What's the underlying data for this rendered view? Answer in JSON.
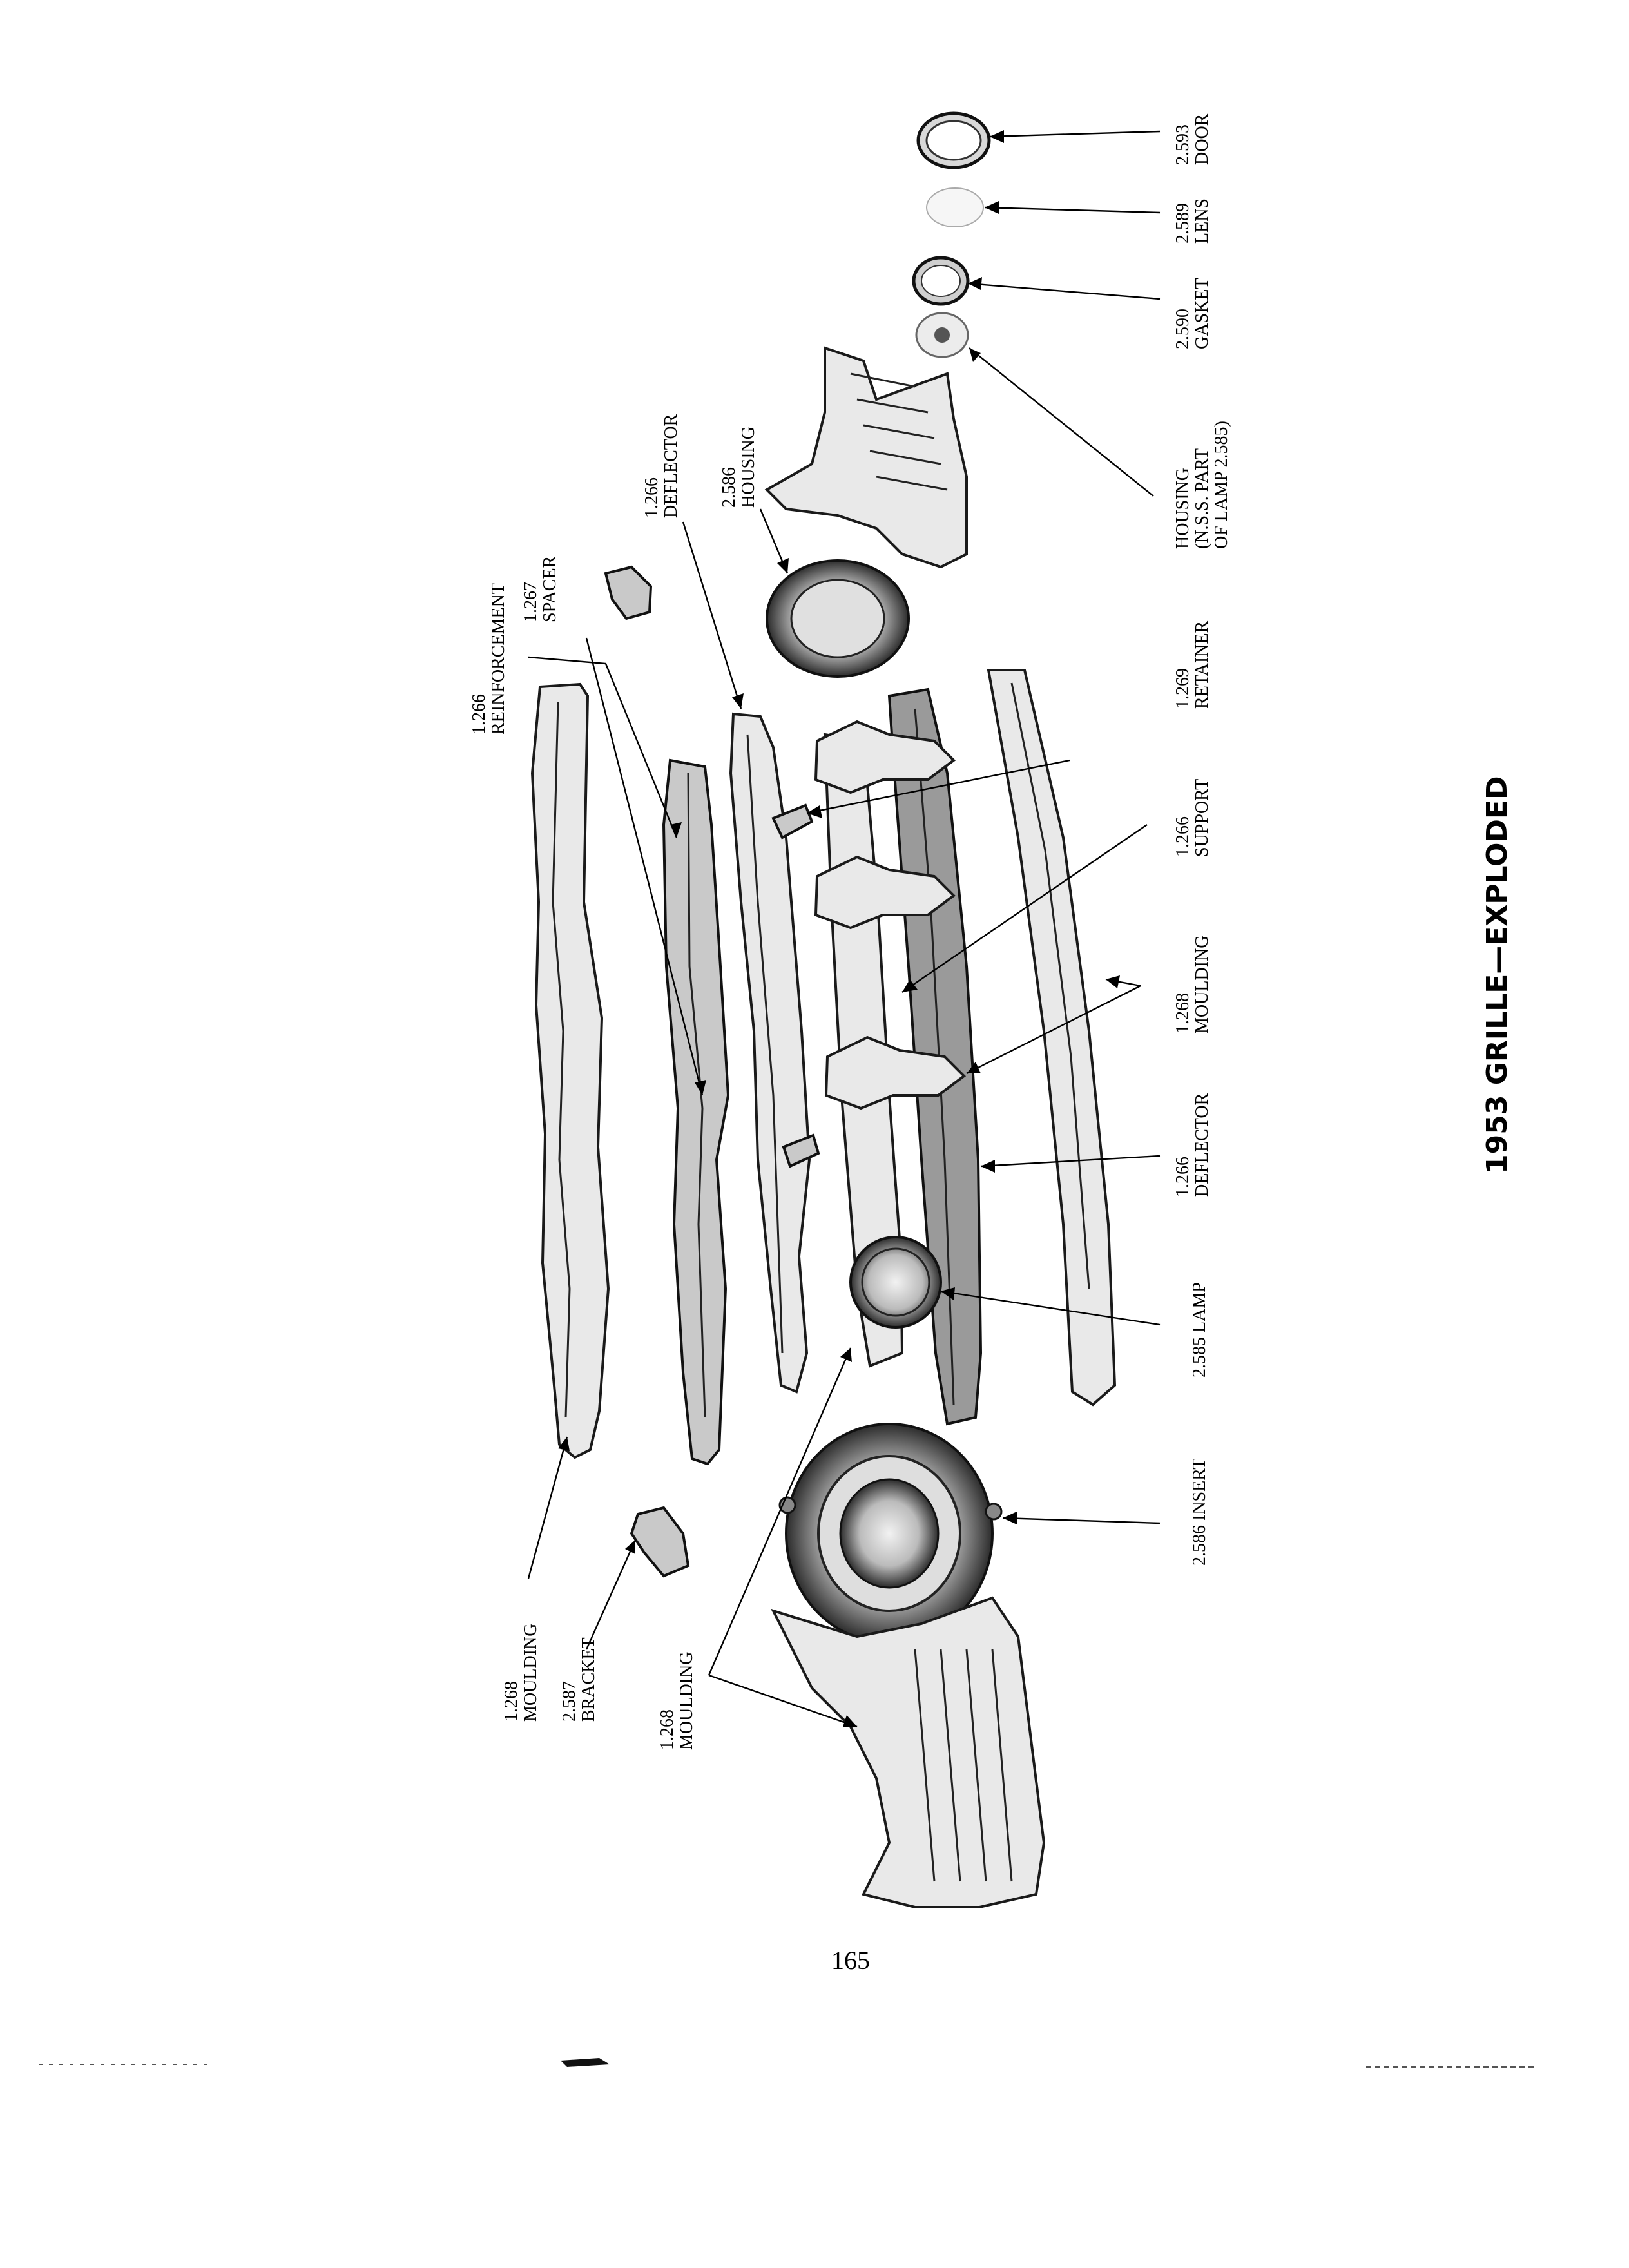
{
  "diagram": {
    "title": "1953 GRILLE—EXPLODED",
    "page_number": "165",
    "callouts": [
      {
        "id": "door",
        "number": "2.593",
        "name": "DOOR"
      },
      {
        "id": "lens",
        "number": "2.589",
        "name": "LENS"
      },
      {
        "id": "gasket",
        "number": "2.590",
        "name": "GASKET"
      },
      {
        "id": "housing-nss",
        "name": "HOUSING",
        "note_1": "(N.S.S. PART",
        "note_2": "OF LAMP 2.585)"
      },
      {
        "id": "retainer",
        "number": "1.269",
        "name": "RETAINER"
      },
      {
        "id": "support",
        "number": "1.266",
        "name": "SUPPORT"
      },
      {
        "id": "moulding-right",
        "number": "1.268",
        "name": "MOULDING"
      },
      {
        "id": "deflector-lower",
        "number": "1.266",
        "name": "DEFLECTOR"
      },
      {
        "id": "lamp",
        "text": "2.585 LAMP"
      },
      {
        "id": "insert",
        "text": "2.586 INSERT"
      },
      {
        "id": "reinforcement",
        "number": "1.266",
        "name": "REINFORCEMENT"
      },
      {
        "id": "spacer",
        "number": "1.267",
        "name": "SPACER"
      },
      {
        "id": "deflector-upper",
        "number": "1.266",
        "name": "DEFLECTOR"
      },
      {
        "id": "housing",
        "number": "2.586",
        "name": "HOUSING"
      },
      {
        "id": "moulding-top",
        "number": "1.268",
        "name": "MOULDING"
      },
      {
        "id": "bracket",
        "number": "2.587",
        "name": "BRACKET"
      },
      {
        "id": "moulding-left",
        "number": "1.268",
        "name": "MOULDING"
      }
    ]
  }
}
